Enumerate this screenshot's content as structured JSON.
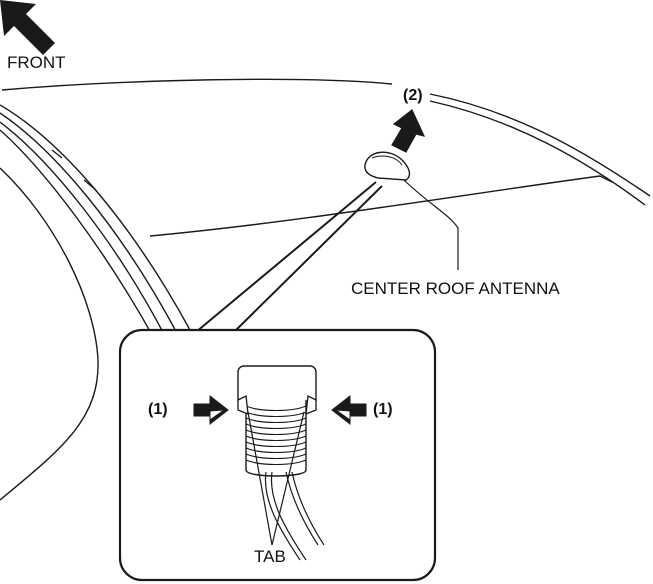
{
  "diagram": {
    "front_label": "FRONT",
    "antenna_label": "CENTER ROOF ANTENNA",
    "step2_label": "(2)",
    "step1_left_label": "(1)",
    "step1_right_label": "(1)",
    "tab_label": "TAB"
  }
}
